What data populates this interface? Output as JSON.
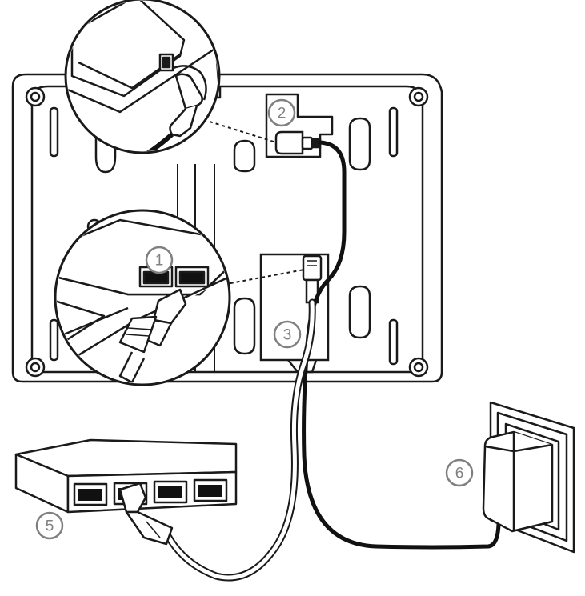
{
  "callouts": [
    {
      "key": "lan_port",
      "label": "1"
    },
    {
      "key": "power_jack",
      "label": "2"
    },
    {
      "key": "lan_cable",
      "label": "3"
    },
    {
      "key": "switch",
      "label": "5"
    },
    {
      "key": "power_adapter",
      "label": "6"
    }
  ],
  "colors": {
    "line": "#1a1a1a",
    "fill": "#ffffff",
    "port_fill": "#111111",
    "callout_gray": "#808080",
    "power_cable": "#111111"
  }
}
